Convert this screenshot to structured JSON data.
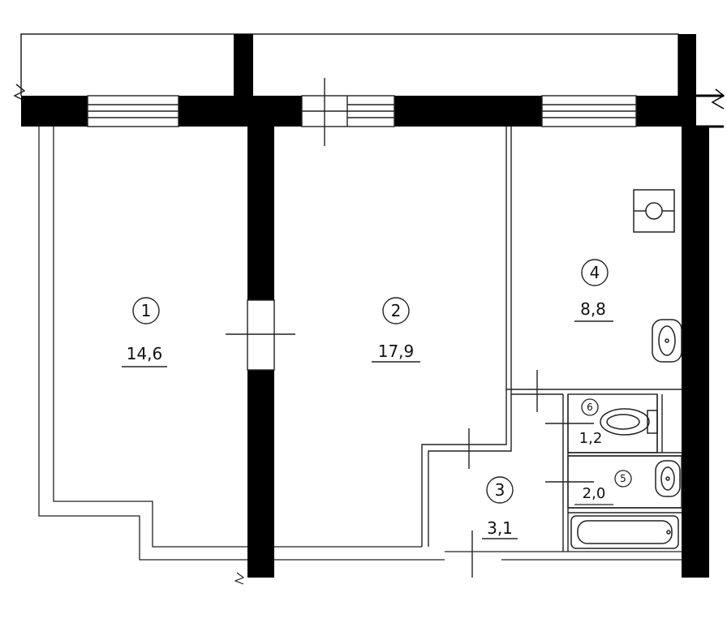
{
  "rooms": [
    {
      "number": "1",
      "area": "14,6"
    },
    {
      "number": "2",
      "area": "17,9"
    },
    {
      "number": "3",
      "area": "3,1"
    },
    {
      "number": "4",
      "area": "8,8"
    },
    {
      "number": "5",
      "area": "2,0"
    },
    {
      "number": "6",
      "area": "1,2"
    }
  ],
  "colors": {
    "wall": "#000000",
    "line": "#222222",
    "background": "#ffffff"
  }
}
